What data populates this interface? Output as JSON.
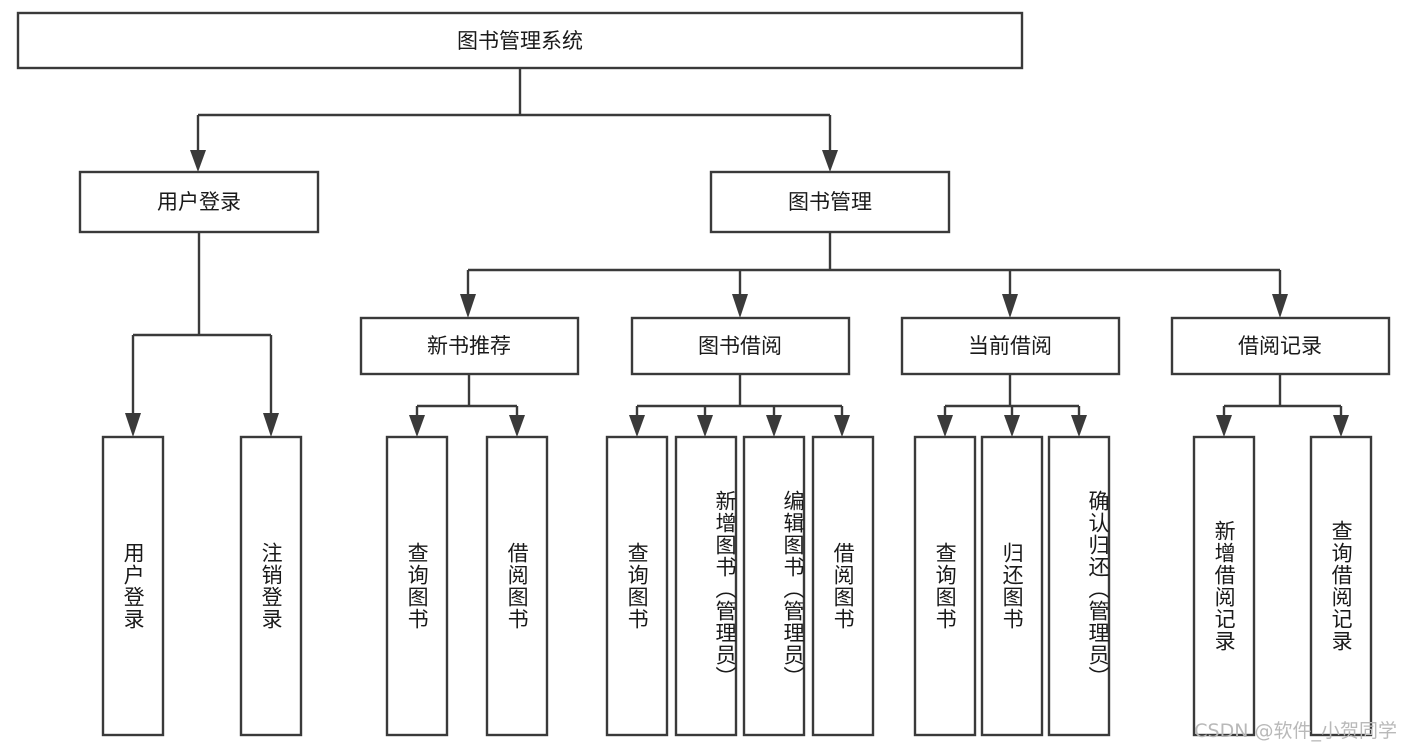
{
  "diagram": {
    "title": "图书管理系统",
    "type": "tree-hierarchy-diagram",
    "watermark": "CSDN @软件_小贺同学",
    "colors": {
      "stroke": "#3a3a3a",
      "fill": "#ffffff",
      "text": "#1a1a1a",
      "watermark": "#b9b9b9"
    },
    "root": {
      "label": "图书管理系统"
    },
    "level2": [
      {
        "label": "用户登录"
      },
      {
        "label": "图书管理"
      }
    ],
    "level3": [
      {
        "label": "新书推荐"
      },
      {
        "label": "图书借阅"
      },
      {
        "label": "当前借阅"
      },
      {
        "label": "借阅记录"
      }
    ],
    "leaves": {
      "user_login": [
        {
          "label": "用户登录"
        },
        {
          "label": "注销登录"
        }
      ],
      "new_book_recommend": [
        {
          "label": "查询图书"
        },
        {
          "label": "借阅图书"
        }
      ],
      "book_borrow": [
        {
          "label": "查询图书"
        },
        {
          "label": "新增图书（管理员）"
        },
        {
          "label": "编辑图书（管理员）"
        },
        {
          "label": "借阅图书"
        }
      ],
      "current_borrow": [
        {
          "label": "查询图书"
        },
        {
          "label": "归还图书"
        },
        {
          "label": "确认归还（管理员）"
        }
      ],
      "borrow_record": [
        {
          "label": "新增借阅记录"
        },
        {
          "label": "查询借阅记录"
        }
      ]
    }
  },
  "chart_data": {
    "type": "table",
    "title": "图书管理系统",
    "nodes": [
      {
        "id": "root",
        "label": "图书管理系统",
        "level": 0,
        "parent": null
      },
      {
        "id": "user-login",
        "label": "用户登录",
        "level": 1,
        "parent": "root"
      },
      {
        "id": "book-manage",
        "label": "图书管理",
        "level": 1,
        "parent": "root"
      },
      {
        "id": "user-login-leaf",
        "label": "用户登录",
        "level": 2,
        "parent": "user-login"
      },
      {
        "id": "logout-leaf",
        "label": "注销登录",
        "level": 2,
        "parent": "user-login"
      },
      {
        "id": "new-book",
        "label": "新书推荐",
        "level": 2,
        "parent": "book-manage"
      },
      {
        "id": "book-borrow",
        "label": "图书借阅",
        "level": 2,
        "parent": "book-manage"
      },
      {
        "id": "current-borrow",
        "label": "当前借阅",
        "level": 2,
        "parent": "book-manage"
      },
      {
        "id": "borrow-record",
        "label": "借阅记录",
        "level": 2,
        "parent": "book-manage"
      },
      {
        "id": "nb-query",
        "label": "查询图书",
        "level": 3,
        "parent": "new-book"
      },
      {
        "id": "nb-borrow",
        "label": "借阅图书",
        "level": 3,
        "parent": "new-book"
      },
      {
        "id": "bb-query",
        "label": "查询图书",
        "level": 3,
        "parent": "book-borrow"
      },
      {
        "id": "bb-add",
        "label": "新增图书（管理员）",
        "level": 3,
        "parent": "book-borrow"
      },
      {
        "id": "bb-edit",
        "label": "编辑图书（管理员）",
        "level": 3,
        "parent": "book-borrow"
      },
      {
        "id": "bb-borrow",
        "label": "借阅图书",
        "level": 3,
        "parent": "book-borrow"
      },
      {
        "id": "cb-query",
        "label": "查询图书",
        "level": 3,
        "parent": "current-borrow"
      },
      {
        "id": "cb-return",
        "label": "归还图书",
        "level": 3,
        "parent": "current-borrow"
      },
      {
        "id": "cb-confirm",
        "label": "确认归还（管理员）",
        "level": 3,
        "parent": "current-borrow"
      },
      {
        "id": "br-add",
        "label": "新增借阅记录",
        "level": 3,
        "parent": "borrow-record"
      },
      {
        "id": "br-query",
        "label": "查询借阅记录",
        "level": 3,
        "parent": "borrow-record"
      }
    ]
  }
}
